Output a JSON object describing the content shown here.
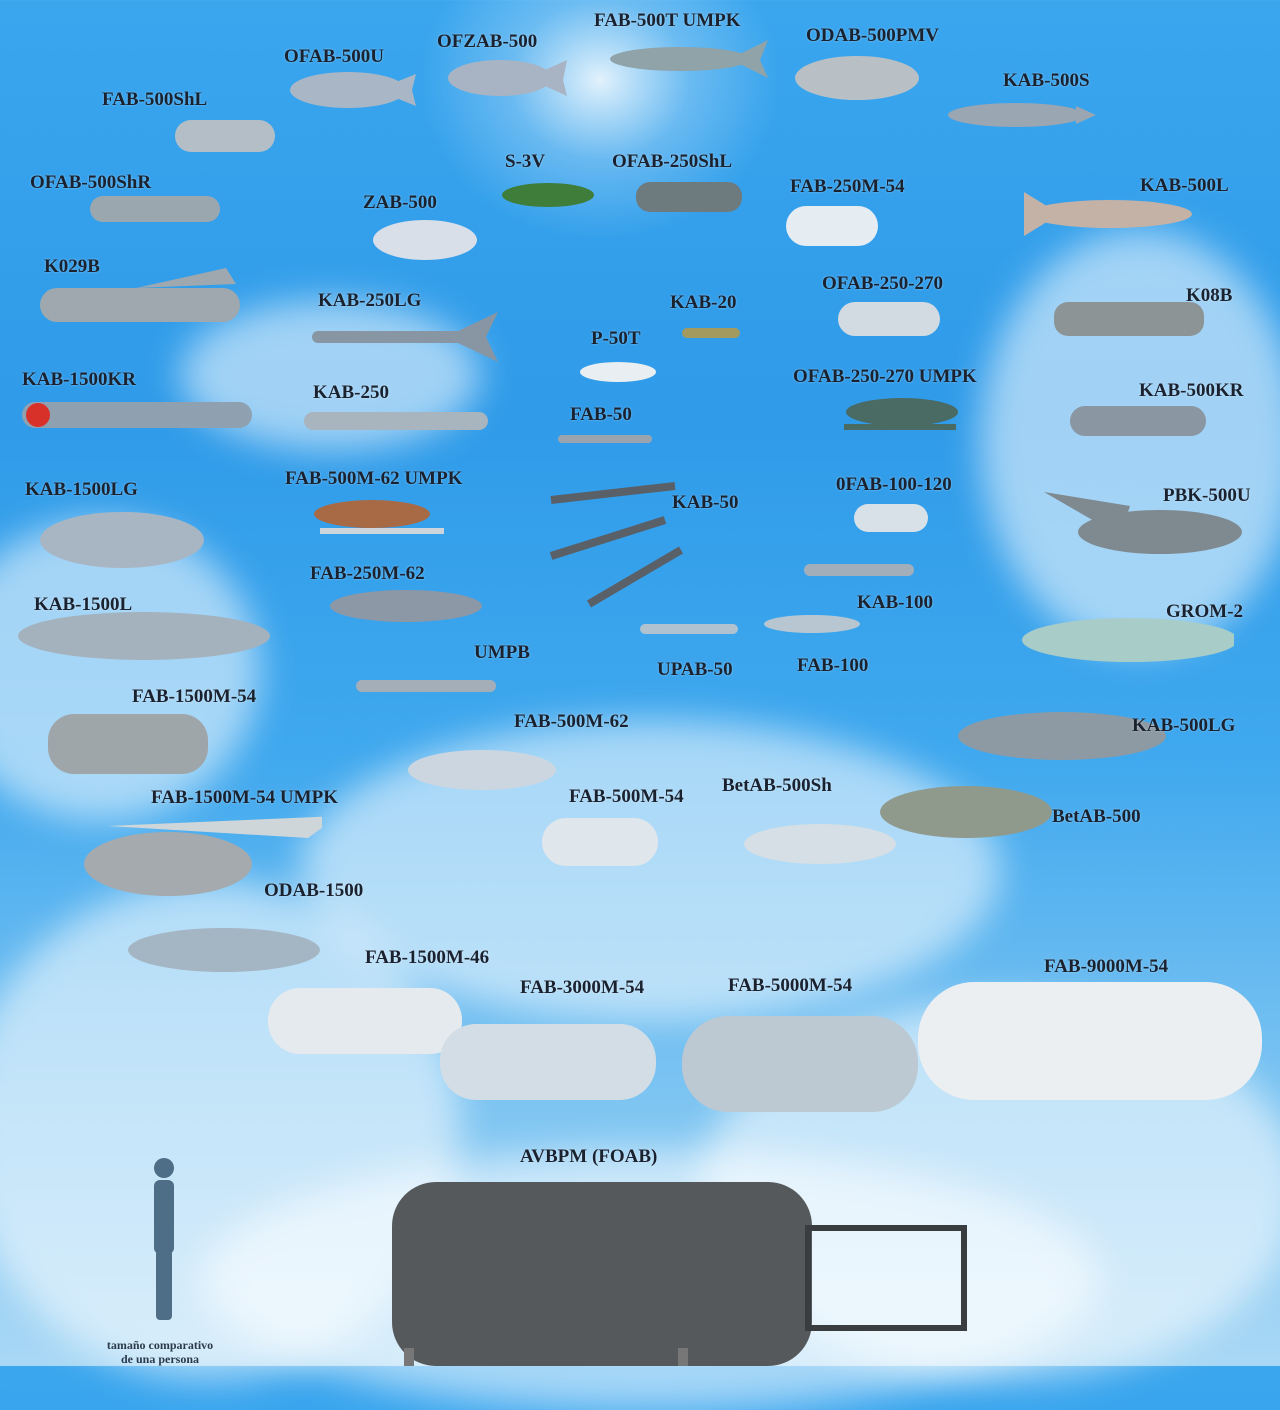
{
  "bombs": [
    {
      "label": "FAB-500T UMPK",
      "color": "#8fa3a8"
    },
    {
      "label": "OFZAB-500",
      "color": "#a8b4c4"
    },
    {
      "label": "OFAB-500U",
      "color": "#a9b6c6"
    },
    {
      "label": "ODAB-500PMV",
      "color": "#b8c0c6"
    },
    {
      "label": "FAB-500ShL",
      "color": "#b3bec6"
    },
    {
      "label": "KAB-500S",
      "color": "#9aa6b2"
    },
    {
      "label": "S-3V",
      "color": "#3f7d3a"
    },
    {
      "label": "OFAB-250ShL",
      "color": "#6e7b7e"
    },
    {
      "label": "OFAB-500ShR",
      "color": "#9ba7ae"
    },
    {
      "label": "FAB-250M-54",
      "color": "#e6edf2"
    },
    {
      "label": "KAB-500L",
      "color": "#c4b2a6"
    },
    {
      "label": "ZAB-500",
      "color": "#d8dfe8"
    },
    {
      "label": "K029B",
      "color": "#9ea8ae"
    },
    {
      "label": "KAB-250LG",
      "color": "#8896a4"
    },
    {
      "label": "KAB-20",
      "color": "#a39a60"
    },
    {
      "label": "OFAB-250-270",
      "color": "#d3dbe2"
    },
    {
      "label": "K08B",
      "color": "#8c9496"
    },
    {
      "label": "P-50T",
      "color": "#e8eef2"
    },
    {
      "label": "KAB-1500KR",
      "color": "#8fa0b0"
    },
    {
      "label": "KAB-250",
      "color": "#a8b4be"
    },
    {
      "label": "OFAB-250-270 UMPK",
      "color": "#4a6a64"
    },
    {
      "label": "FAB-50",
      "color": "#9aa4ae"
    },
    {
      "label": "KAB-500KR",
      "color": "#8a96a2"
    },
    {
      "label": "FAB-500M-62 UMPK",
      "color": "#a86a44"
    },
    {
      "label": "KAB-1500LG",
      "color": "#a8b6c4"
    },
    {
      "label": "KAB-50",
      "color": "#5a6068"
    },
    {
      "label": "0FAB-100-120",
      "color": "#d8e0e8"
    },
    {
      "label": "PBK-500U",
      "color": "#7f8a90"
    },
    {
      "label": "FAB-250M-62",
      "color": "#8c98a6"
    },
    {
      "label": "KAB-100",
      "color": "#a2aeba"
    },
    {
      "label": "KAB-1500L",
      "color": "#a4b2be"
    },
    {
      "label": "GROM-2",
      "color": "#a8ccc8"
    },
    {
      "label": "UMPB",
      "color": "#a4aeb8"
    },
    {
      "label": "UPAB-50",
      "color": "#b0c2d0"
    },
    {
      "label": "FAB-100",
      "color": "#b8c6d2"
    },
    {
      "label": "FAB-1500M-54",
      "color": "#9ea6aa"
    },
    {
      "label": "FAB-500M-62",
      "color": "#ccd6e0"
    },
    {
      "label": "KAB-500LG",
      "color": "#8d9aa4"
    },
    {
      "label": "FAB-500M-54",
      "color": "#dfe6ec"
    },
    {
      "label": "BetAB-500Sh",
      "color": "#d6dee6"
    },
    {
      "label": "BetAB-500",
      "color": "#8f9a8c"
    },
    {
      "label": "FAB-1500M-54 UMPK",
      "color": "#a4aaae"
    },
    {
      "label": "ODAB-1500",
      "color": "#a4b6c4"
    },
    {
      "label": "FAB-1500M-46",
      "color": "#e4eaee"
    },
    {
      "label": "FAB-3000M-54",
      "color": "#d2dde6"
    },
    {
      "label": "FAB-5000M-54",
      "color": "#bcc8d2"
    },
    {
      "label": "FAB-9000M-54",
      "color": "#eceff1"
    },
    {
      "label": "AVBPM (FOAB)",
      "color": "#55595c"
    }
  ],
  "person_caption": [
    "tamaño comparativo",
    "de una persona"
  ],
  "colors": {
    "sky": "#2f9be9",
    "label": "#1a2230",
    "person": "#4e6d86"
  }
}
